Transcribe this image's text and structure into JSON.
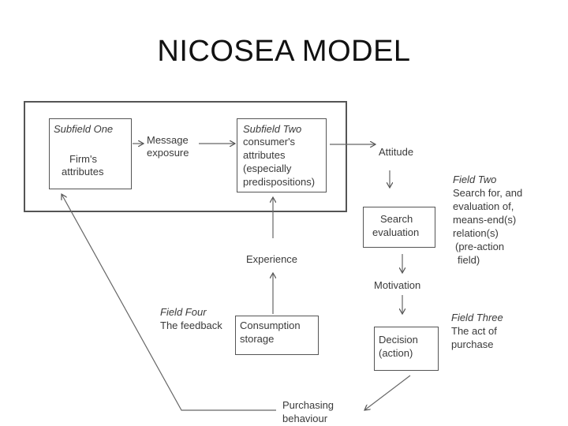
{
  "title": "NICOSEA MODEL",
  "subfield_one": {
    "heading": "Subfield One",
    "line1": "Firm's",
    "line2": "attributes"
  },
  "message_exposure": {
    "line1": "Message",
    "line2": "exposure"
  },
  "subfield_two": {
    "heading": "Subfield Two",
    "line1": "consumer's",
    "line2": "attributes",
    "line3": "(especially",
    "line4": "predispositions)"
  },
  "attitude": "Attitude",
  "search_evaluation": {
    "line1": "Search",
    "line2": "evaluation"
  },
  "field_two": {
    "heading": "Field Two",
    "line1": "Search for, and",
    "line2": "evaluation of,",
    "line3": "means-end(s)",
    "line4": "relation(s)",
    "line5": "(pre-action",
    "line6": "field)"
  },
  "experience": "Experience",
  "motivation": "Motivation",
  "field_four": {
    "heading": "Field Four",
    "line1": "The feedback"
  },
  "consumption_storage": {
    "line1": "Consumption",
    "line2": "storage"
  },
  "decision": {
    "line1": "Decision",
    "line2": "(action)"
  },
  "field_three": {
    "heading": "Field Three",
    "line1": "The act of",
    "line2": "purchase"
  },
  "purchasing_behaviour": {
    "line1": "Purchasing",
    "line2": "behaviour"
  }
}
